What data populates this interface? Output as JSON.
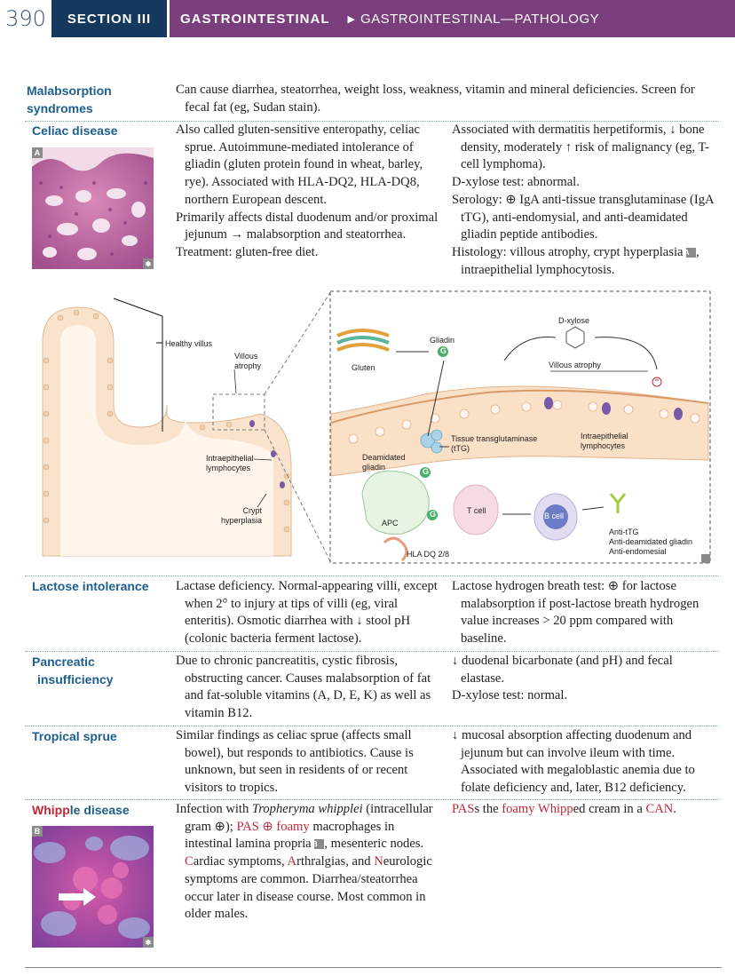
{
  "header": {
    "page_number": "390",
    "section": "SECTION III",
    "title": "GASTROINTESTINAL",
    "breadcrumb": "GASTROINTESTINAL—PATHOLOGY"
  },
  "malabsorption": {
    "heading_line1": "Malabsorption",
    "heading_line2": "syndromes",
    "text": "Can cause diarrhea, steatorrhea, weight loss, weakness, vitamin and mineral deficiencies. Screen for fecal fat (eg, Sudan stain)."
  },
  "celiac": {
    "heading": "Celiac disease",
    "photo_tag": "A",
    "left": [
      "Also called gluten-sensitive enteropathy, celiac sprue. Autoimmune-mediated intolerance of gliadin (gluten protein found in wheat, barley, rye). Associated with HLA-DQ2, HLA-DQ8, northern European descent.",
      "Primarily affects distal duodenum and/or proximal jejunum → malabsorption and steatorrhea.",
      "Treatment: gluten-free diet."
    ],
    "right": [
      "Associated with dermatitis herpetiformis, ↓ bone density, moderately ↑ risk of malignancy (eg, T-cell lymphoma).",
      "D-xylose test: abnormal.",
      "Serology: ⊕ IgA anti-tissue transglutaminase (IgA tTG), anti-endomysial, and anti-deamidated gliadin peptide antibodies."
    ],
    "histology": "Histology: villous atrophy, crypt hyperplasia",
    "histology_tag": "A",
    "histology_end": ", intraepithelial lymphocytosis."
  },
  "figure": {
    "healthy_villus": "Healthy villus",
    "villous_atrophy": "Villous atrophy",
    "intraepithelial_lymphocytes": "Intraepithelial lymphocytes",
    "crypt_hyperplasia": "Crypt hyperplasia",
    "gluten": "Gluten",
    "gliadin": "Gliadin",
    "g": "G",
    "d_xylose": "D-xylose",
    "villous_atrophy_2": "Villous atrophy",
    "tissue_tg": "Tissue transglutaminase (tTG)",
    "deamidated_gliadin": "Deamidated gliadin",
    "intraepithelial_lymphocytes_2": "Intraepithelial lymphocytes",
    "apc": "APC",
    "t_cell": "T cell",
    "b_cell": "B cell",
    "hla": "HLA DQ 2/8",
    "anti_ttg": "Anti-tTG",
    "anti_gliadin": "Anti-deamidated gliadin",
    "anti_endomesial": "Anti-endomesial",
    "minus": "−"
  },
  "lactose": {
    "heading": "Lactose intolerance",
    "left": "Lactase deficiency. Normal-appearing villi, except when 2° to injury at tips of villi (eg, viral enteritis). Osmotic diarrhea with ↓ stool pH (colonic bacteria ferment lactose).",
    "right": "Lactose hydrogen breath test: ⊕ for lactose malabsorption if post-lactose breath hydrogen value increases > 20 ppm compared with baseline."
  },
  "pancreatic": {
    "heading_line1": "Pancreatic",
    "heading_line2": "insufficiency",
    "left": "Due to chronic pancreatitis, cystic fibrosis, obstructing cancer. Causes malabsorption of fat and fat-soluble vitamins (A, D, E, K) as well as vitamin B12.",
    "right1": "↓ duodenal bicarbonate (and pH) and fecal elastase.",
    "right2": "D-xylose test: normal."
  },
  "tropical": {
    "heading": "Tropical sprue",
    "left": "Similar findings as celiac sprue (affects small bowel), but responds to antibiotics. Cause is unknown, but seen in residents of or recent visitors to tropics.",
    "right": "↓ mucosal absorption affecting duodenum and jejunum but can involve ileum with time. Associated with megaloblastic anemia due to folate deficiency and, later, B12 deficiency."
  },
  "whipple": {
    "heading_red": "Whipp",
    "heading_rest": "le disease",
    "photo_tag": "B",
    "text_a": "Infection with ",
    "text_italic": "Tropheryma whipplei",
    "text_b": " (intracellular gram ⊕); ",
    "pas": "PAS",
    "circ": " ⊕ ",
    "foamy": "foamy",
    "text_c": " macrophages in intestinal lamina propria ",
    "tag": "B",
    "text_d": ", mesenteric nodes. ",
    "c": "C",
    "text_e": "ardiac symptoms, ",
    "a": "A",
    "text_f": "rthralgias, and ",
    "n": "N",
    "text_g": "eurologic symptoms are common. Diarrhea/steatorrhea occur later in disease course. Most common in older males.",
    "mnemonic_pas": "PAS",
    "mnemonic_1": "s the ",
    "mnemonic_foamy": "foamy Whipp",
    "mnemonic_2": "ed cream in a ",
    "mnemonic_can": "CAN",
    "mnemonic_3": "."
  },
  "colors": {
    "navy": "#15395e",
    "purple": "#7a3e7d",
    "heading_blue": "#1d5f8c",
    "red": "#c0283a"
  }
}
